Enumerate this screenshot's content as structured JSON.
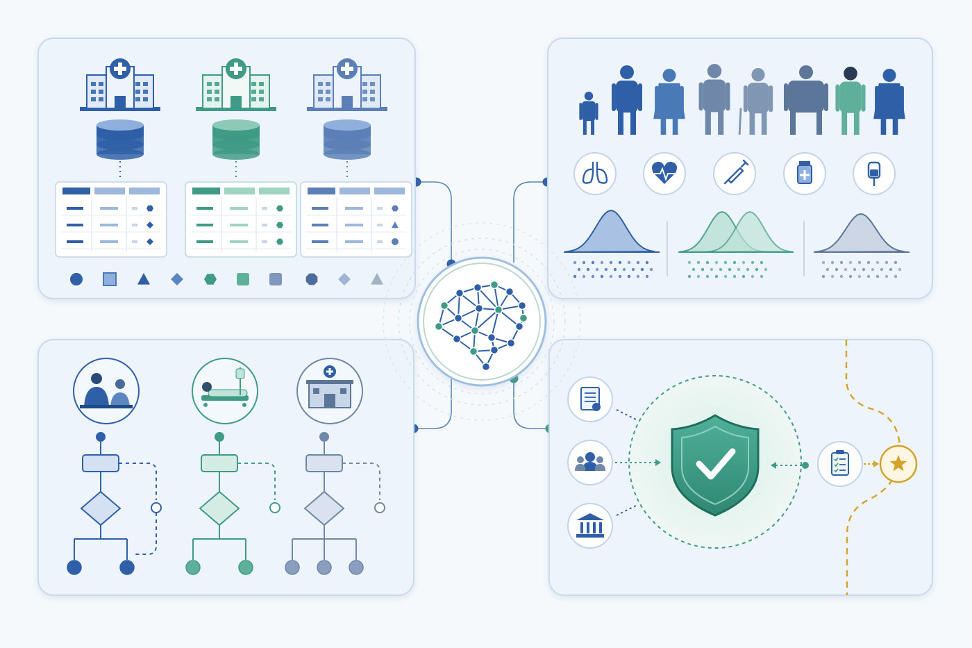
{
  "palette": {
    "blue": "#2f5fa6",
    "blue_light": "#8fb0dc",
    "teal": "#3f9a86",
    "teal_light": "#9fd3c4",
    "slate": "#6f87a8",
    "slate_light": "#b9c7da",
    "gold": "#d4a32c",
    "panel_fill": "#eef4fb",
    "panel_stroke": "#c9daec",
    "line": "#4e79a7"
  },
  "panels": {
    "sources": {
      "sites": [
        {
          "icon": "hospital-icon",
          "color": "#2f5fa6"
        },
        {
          "icon": "hospital-icon",
          "color": "#3f9a86"
        },
        {
          "icon": "hospital-icon",
          "color": "#5b7fb6"
        }
      ],
      "database_icon": "database-icon",
      "table_icon": "data-table-icon",
      "shapes": [
        "circle",
        "square",
        "triangle",
        "diamond",
        "hexagon",
        "rounded-square",
        "rounded-square",
        "octagon",
        "diamond",
        "triangle"
      ]
    },
    "population": {
      "people_icon": "person-icon",
      "people_count": 8,
      "condition_icons": [
        "lungs-icon",
        "heart-pulse-icon",
        "syringe-icon",
        "medicine-bottle-icon",
        "iv-bag-icon"
      ],
      "distributions": [
        "single",
        "bimodal",
        "single"
      ]
    },
    "care_pathways": {
      "settings": [
        {
          "icon": "doctor-consultation-icon",
          "color": "#2f5fa6"
        },
        {
          "icon": "hospital-bed-icon",
          "color": "#3f9a86"
        },
        {
          "icon": "clinic-building-icon",
          "color": "#6f87a8"
        }
      ],
      "flowchart_icon": "flowchart-icon"
    },
    "governance": {
      "input_icons": [
        "certificate-icon",
        "group-icon",
        "institution-icon"
      ],
      "shield_icon": "shield-check-icon",
      "checklist_icon": "checklist-icon",
      "star_icon": "star-icon"
    }
  },
  "center": {
    "icon": "neural-network-brain-icon"
  }
}
